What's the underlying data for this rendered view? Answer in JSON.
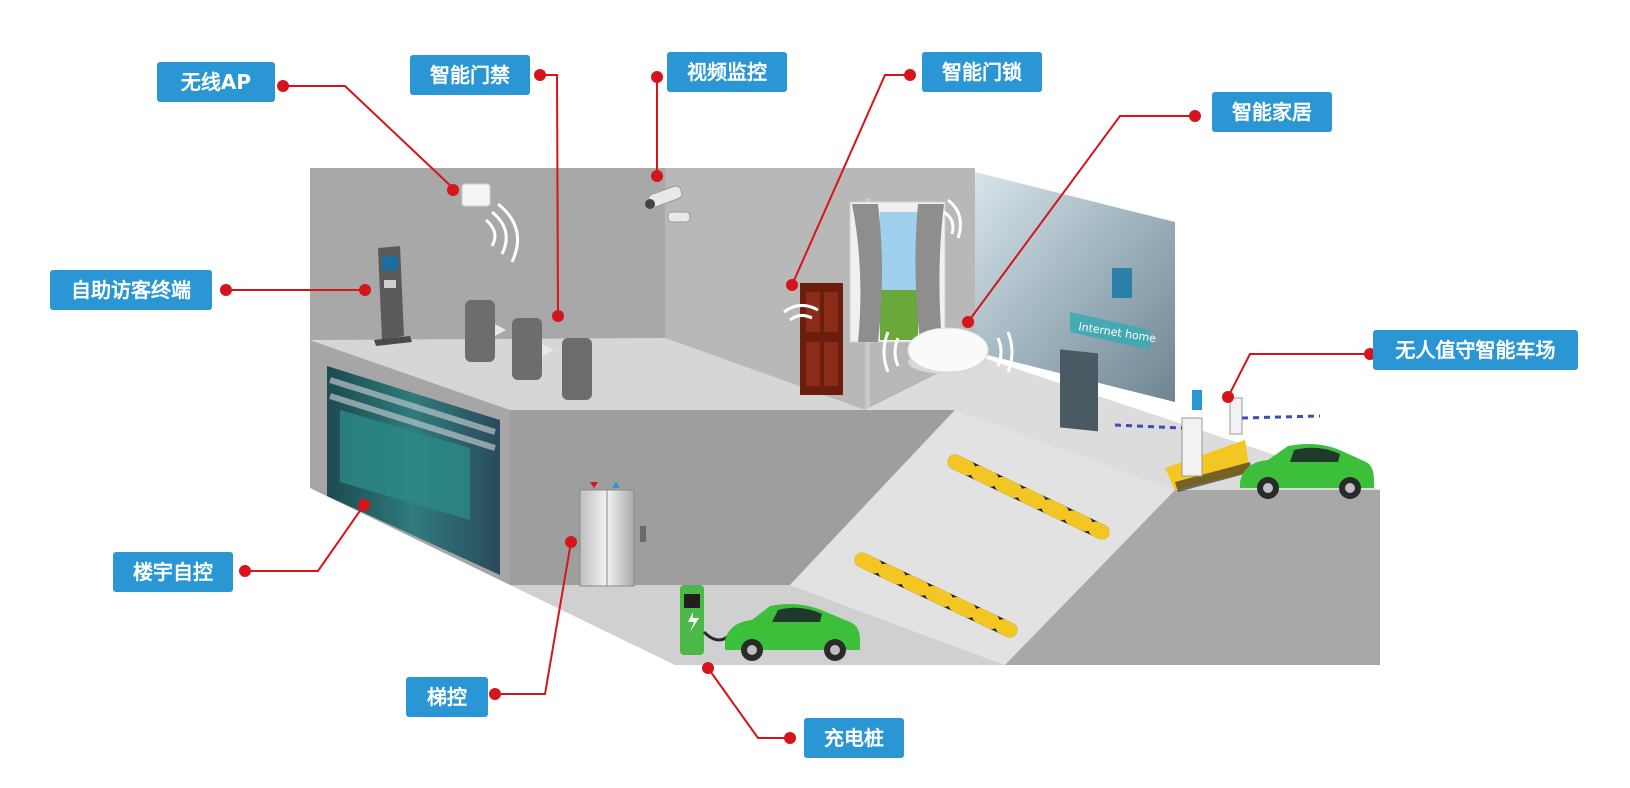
{
  "diagram": {
    "labels": {
      "wireless_ap": "无线AP",
      "smart_access": "智能门禁",
      "video_surveillance": "视频监控",
      "smart_lock": "智能门锁",
      "smart_home": "智能家居",
      "self_service_terminal": "自助访客终端",
      "unattended_parking": "无人值守智能车场",
      "building_automation": "楼宇自控",
      "elevator_control": "梯控",
      "charging_pile": "充电桩"
    },
    "screen_text": {
      "brand_line": "Internet home"
    },
    "colors": {
      "label_bg": "#2a97d4",
      "label_text": "#ffffff",
      "leader_line": "#d6141c",
      "car": "#3cc03c",
      "charger": "#4cb848"
    },
    "icons": [
      "wifi-ap-icon",
      "cctv-camera-icon",
      "door-icon",
      "smart-hub-icon",
      "elevator-icon",
      "charger-icon",
      "car-icon",
      "barrier-gate-icon",
      "kiosk-icon",
      "turnstile-icon",
      "speed-bump-icon"
    ]
  }
}
